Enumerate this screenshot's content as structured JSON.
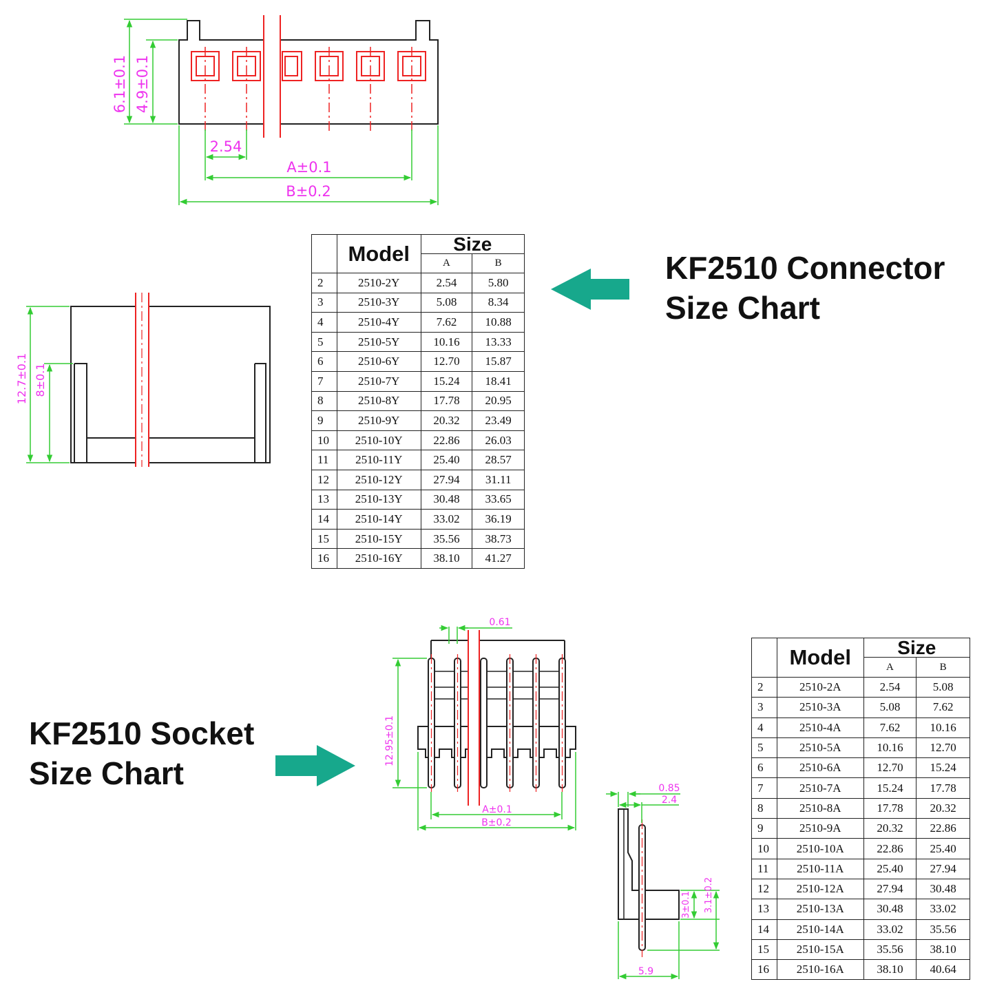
{
  "connector": {
    "title_line1": "KF2510 Connector",
    "title_line2": "Size Chart",
    "dims": {
      "height_outer": "6.1±0.1",
      "height_inner": "4.9±0.1",
      "pitch": "2.54",
      "dim_a": "A±0.1",
      "dim_b": "B±0.2",
      "side_height": "12.7±0.1",
      "side_inner": "8±0.1"
    },
    "table": {
      "model_header": "Model",
      "size_header": "Size",
      "col_a": "A",
      "col_b": "B",
      "rows": [
        {
          "n": "2",
          "model": "2510-2Y",
          "a": "2.54",
          "b": "5.80"
        },
        {
          "n": "3",
          "model": "2510-3Y",
          "a": "5.08",
          "b": "8.34"
        },
        {
          "n": "4",
          "model": "2510-4Y",
          "a": "7.62",
          "b": "10.88"
        },
        {
          "n": "5",
          "model": "2510-5Y",
          "a": "10.16",
          "b": "13.33"
        },
        {
          "n": "6",
          "model": "2510-6Y",
          "a": "12.70",
          "b": "15.87"
        },
        {
          "n": "7",
          "model": "2510-7Y",
          "a": "15.24",
          "b": "18.41"
        },
        {
          "n": "8",
          "model": "2510-8Y",
          "a": "17.78",
          "b": "20.95"
        },
        {
          "n": "9",
          "model": "2510-9Y",
          "a": "20.32",
          "b": "23.49"
        },
        {
          "n": "10",
          "model": "2510-10Y",
          "a": "22.86",
          "b": "26.03"
        },
        {
          "n": "11",
          "model": "2510-11Y",
          "a": "25.40",
          "b": "28.57"
        },
        {
          "n": "12",
          "model": "2510-12Y",
          "a": "27.94",
          "b": "31.11"
        },
        {
          "n": "13",
          "model": "2510-13Y",
          "a": "30.48",
          "b": "33.65"
        },
        {
          "n": "14",
          "model": "2510-14Y",
          "a": "33.02",
          "b": "36.19"
        },
        {
          "n": "15",
          "model": "2510-15Y",
          "a": "35.56",
          "b": "38.73"
        },
        {
          "n": "16",
          "model": "2510-16Y",
          "a": "38.10",
          "b": "41.27"
        }
      ]
    }
  },
  "socket": {
    "title_line1": "KF2510 Socket",
    "title_line2": "Size Chart",
    "dims": {
      "pin_width": "0.61",
      "height": "12.95±0.1",
      "dim_a": "A±0.1",
      "dim_b": "B±0.2",
      "side_top1": "0.85",
      "side_top2": "2.4",
      "side_h1": "3±0.1",
      "side_h2": "3.1±0.2",
      "side_bottom": "5.9"
    },
    "table": {
      "model_header": "Model",
      "size_header": "Size",
      "col_a": "A",
      "col_b": "B",
      "rows": [
        {
          "n": "2",
          "model": "2510-2A",
          "a": "2.54",
          "b": "5.08"
        },
        {
          "n": "3",
          "model": "2510-3A",
          "a": "5.08",
          "b": "7.62"
        },
        {
          "n": "4",
          "model": "2510-4A",
          "a": "7.62",
          "b": "10.16"
        },
        {
          "n": "5",
          "model": "2510-5A",
          "a": "10.16",
          "b": "12.70"
        },
        {
          "n": "6",
          "model": "2510-6A",
          "a": "12.70",
          "b": "15.24"
        },
        {
          "n": "7",
          "model": "2510-7A",
          "a": "15.24",
          "b": "17.78"
        },
        {
          "n": "8",
          "model": "2510-8A",
          "a": "17.78",
          "b": "20.32"
        },
        {
          "n": "9",
          "model": "2510-9A",
          "a": "20.32",
          "b": "22.86"
        },
        {
          "n": "10",
          "model": "2510-10A",
          "a": "22.86",
          "b": "25.40"
        },
        {
          "n": "11",
          "model": "2510-11A",
          "a": "25.40",
          "b": "27.94"
        },
        {
          "n": "12",
          "model": "2510-12A",
          "a": "27.94",
          "b": "30.48"
        },
        {
          "n": "13",
          "model": "2510-13A",
          "a": "30.48",
          "b": "33.02"
        },
        {
          "n": "14",
          "model": "2510-14A",
          "a": "33.02",
          "b": "35.56"
        },
        {
          "n": "15",
          "model": "2510-15A",
          "a": "35.56",
          "b": "38.10"
        },
        {
          "n": "16",
          "model": "2510-16A",
          "a": "38.10",
          "b": "40.64"
        }
      ]
    }
  },
  "colors": {
    "outline": "#222222",
    "dimension_line": "#33cc33",
    "dimension_text": "#ee33ee",
    "center_line": "#ee2222",
    "arrow": "#17a88c"
  }
}
